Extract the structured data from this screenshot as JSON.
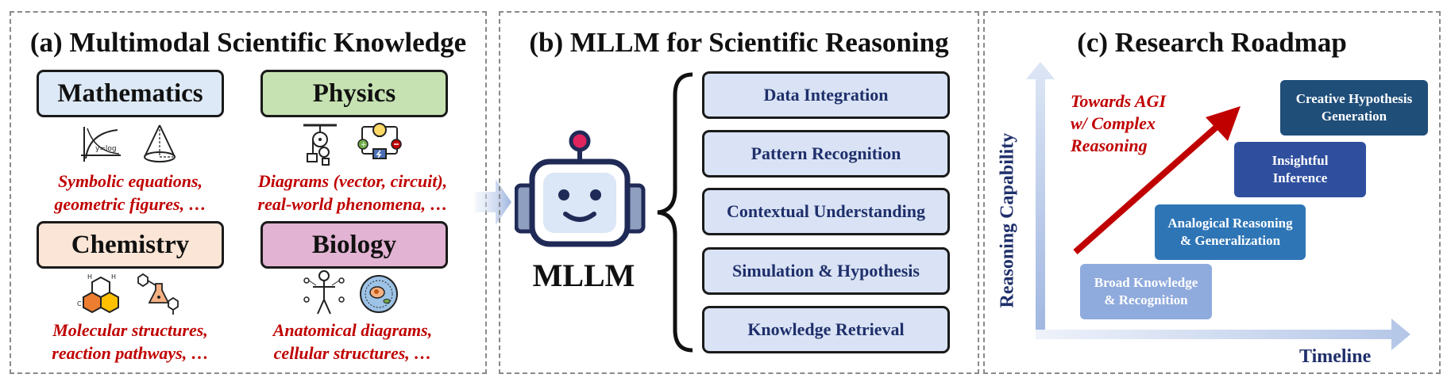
{
  "panel_a": {
    "title": "(a) Multimodal Scientific Knowledge",
    "subjects": [
      {
        "label": "Mathematics",
        "lines": [
          "Symbolic equations,",
          "geometric figures, …"
        ]
      },
      {
        "label": "Physics",
        "lines": [
          "Diagrams (vector, circuit),",
          "real-world phenomena, …"
        ]
      },
      {
        "label": "Chemistry",
        "lines": [
          "Molecular structures,",
          "reaction pathways, …"
        ]
      },
      {
        "label": "Biology",
        "lines": [
          "Anatomical diagrams,",
          "cellular structures, …"
        ]
      }
    ],
    "math_icon_text": "y=log"
  },
  "panel_b": {
    "title": "(b) MLLM for Scientific Reasoning",
    "model_label": "MLLM",
    "capabilities": [
      "Data Integration",
      "Pattern Recognition",
      "Contextual Understanding",
      "Simulation & Hypothesis",
      "Knowledge Retrieval"
    ]
  },
  "panel_c": {
    "title": "(c) Research Roadmap",
    "y_axis_label": "Reasoning Capability",
    "x_axis_label": "Timeline",
    "trend_lines": [
      "Towards AGI",
      "w/ Complex",
      "Reasoning"
    ],
    "steps": [
      {
        "lines": [
          "Broad Knowledge",
          "& Recognition"
        ],
        "color": "#8faadc"
      },
      {
        "lines": [
          "Analogical Reasoning",
          "& Generalization"
        ],
        "color": "#2e75b6"
      },
      {
        "lines": [
          "Insightful",
          "Inference"
        ],
        "color": "#2f4f9e"
      },
      {
        "lines": [
          "Creative Hypothesis",
          "Generation"
        ],
        "color": "#1f4e79"
      }
    ]
  },
  "colors": {
    "math": "#dde9f6",
    "physics": "#c6e2b2",
    "chemistry": "#fbe5d6",
    "biology": "#e2b3d3",
    "accent_red": "#c00000",
    "task_fill": "#d9e3f5",
    "task_text": "#1f2f6b"
  }
}
